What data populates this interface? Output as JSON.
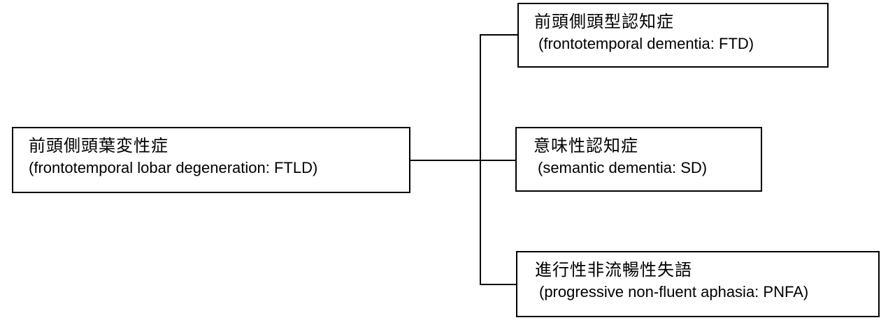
{
  "root": {
    "jp": "前頭側頭葉変性症",
    "en": "(frontotemporal lobar degeneration: FTLD)"
  },
  "children": [
    {
      "jp": "前頭側頭型認知症",
      "en": "(frontotemporal dementia: FTD)"
    },
    {
      "jp": "意味性認知症",
      "en": "(semantic dementia: SD)"
    },
    {
      "jp": "進行性非流暢性失語",
      "en": "(progressive non-fluent aphasia: PNFA)"
    }
  ]
}
